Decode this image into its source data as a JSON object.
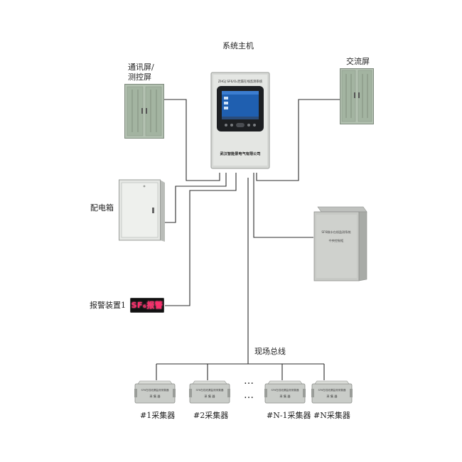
{
  "labels": {
    "host": "系统主机",
    "comm_screen": [
      "通讯屏/",
      "测控屏"
    ],
    "ac_screen": "交流屏",
    "distribution_box": "配电箱",
    "alarm_device": "报警装置1",
    "field_bus": "现场总线",
    "collectors": [
      "#1采集器",
      "#2采集器",
      "#N-1采集器",
      "#N采集器"
    ],
    "ellipsis": "…"
  },
  "host_device": {
    "header": "ZHGJ SF6/O₂泄漏在线监测系统",
    "footer": "武汉智能景电气有限公司"
  },
  "alarm_display": {
    "text": "SF₆报警"
  },
  "cabinet_box": {
    "line1": "SF6微水在线监测系统",
    "line2": "中央控制柜"
  },
  "collector_device": {
    "line1": "SF6在线泄漏监测采集器",
    "line2": "采 集 器"
  },
  "colors": {
    "wire": "#2b2b2b",
    "panel_gray": "#c9ccc8",
    "cabinet_green": "#a9b9a8",
    "alarm_bg": "#111111",
    "alarm_text": "#ff2b6a",
    "screen_blue": "#1f5fb0"
  }
}
